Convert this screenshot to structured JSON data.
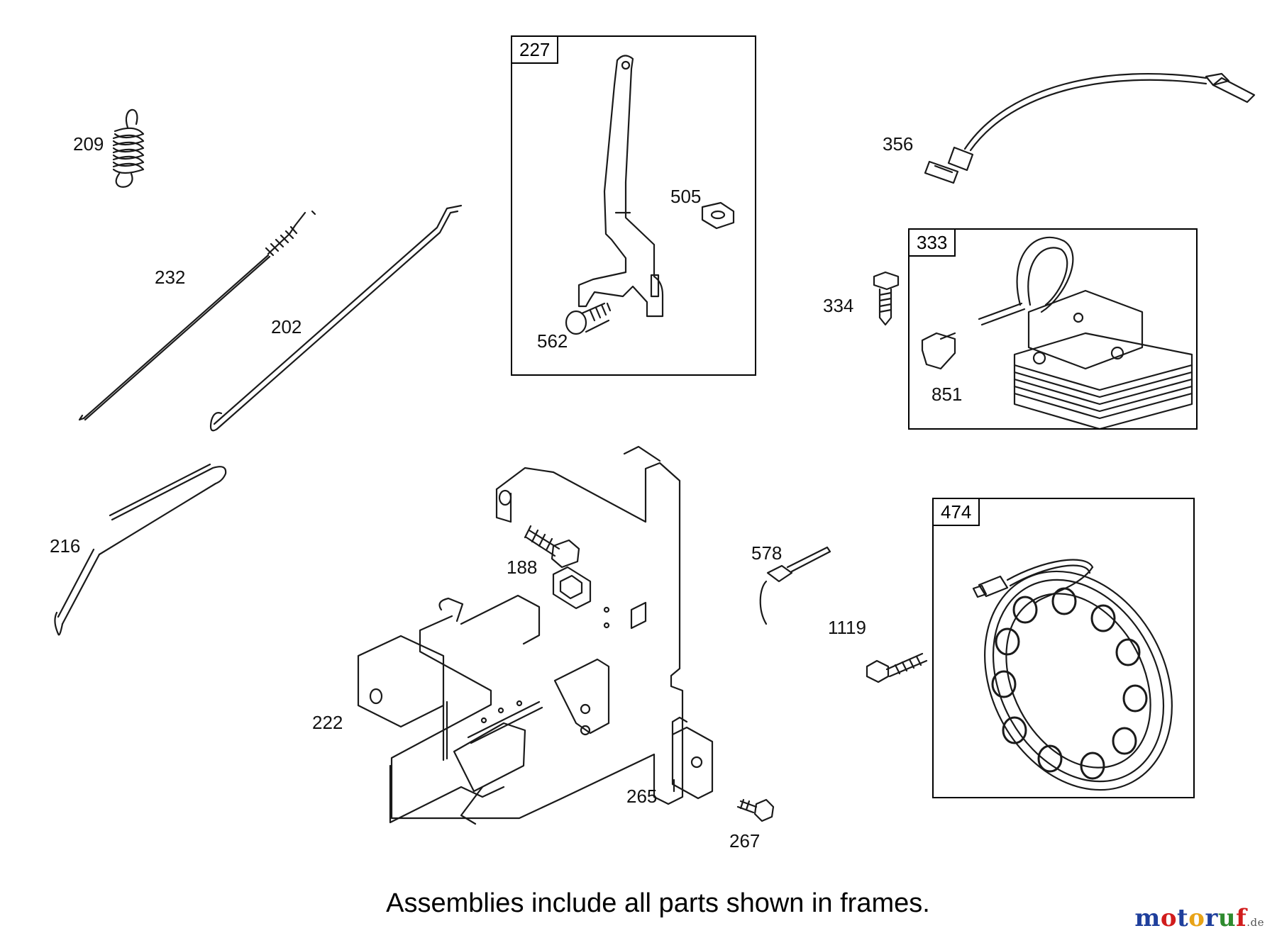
{
  "diagram": {
    "parts": [
      {
        "id": "209",
        "label": "209"
      },
      {
        "id": "232",
        "label": "232"
      },
      {
        "id": "202",
        "label": "202"
      },
      {
        "id": "216",
        "label": "216"
      },
      {
        "id": "505",
        "label": "505"
      },
      {
        "id": "562",
        "label": "562"
      },
      {
        "id": "356",
        "label": "356"
      },
      {
        "id": "334",
        "label": "334"
      },
      {
        "id": "851",
        "label": "851"
      },
      {
        "id": "188",
        "label": "188"
      },
      {
        "id": "222",
        "label": "222"
      },
      {
        "id": "578",
        "label": "578"
      },
      {
        "id": "1119",
        "label": "1119"
      },
      {
        "id": "265",
        "label": "265"
      },
      {
        "id": "267",
        "label": "267"
      }
    ],
    "frames": [
      {
        "id": "227",
        "label": "227"
      },
      {
        "id": "333",
        "label": "333"
      },
      {
        "id": "474",
        "label": "474"
      }
    ],
    "footer_note": "Assemblies include all parts shown in frames."
  },
  "watermark": {
    "letters": [
      "m",
      "o",
      "t",
      "o",
      "r",
      "u",
      "f"
    ],
    "suffix": ".de",
    "colors": [
      "#1f3f9c",
      "#d11c1c",
      "#1f3f9c",
      "#e8a317",
      "#1f3f9c",
      "#2e8b2e",
      "#d11c1c"
    ]
  }
}
